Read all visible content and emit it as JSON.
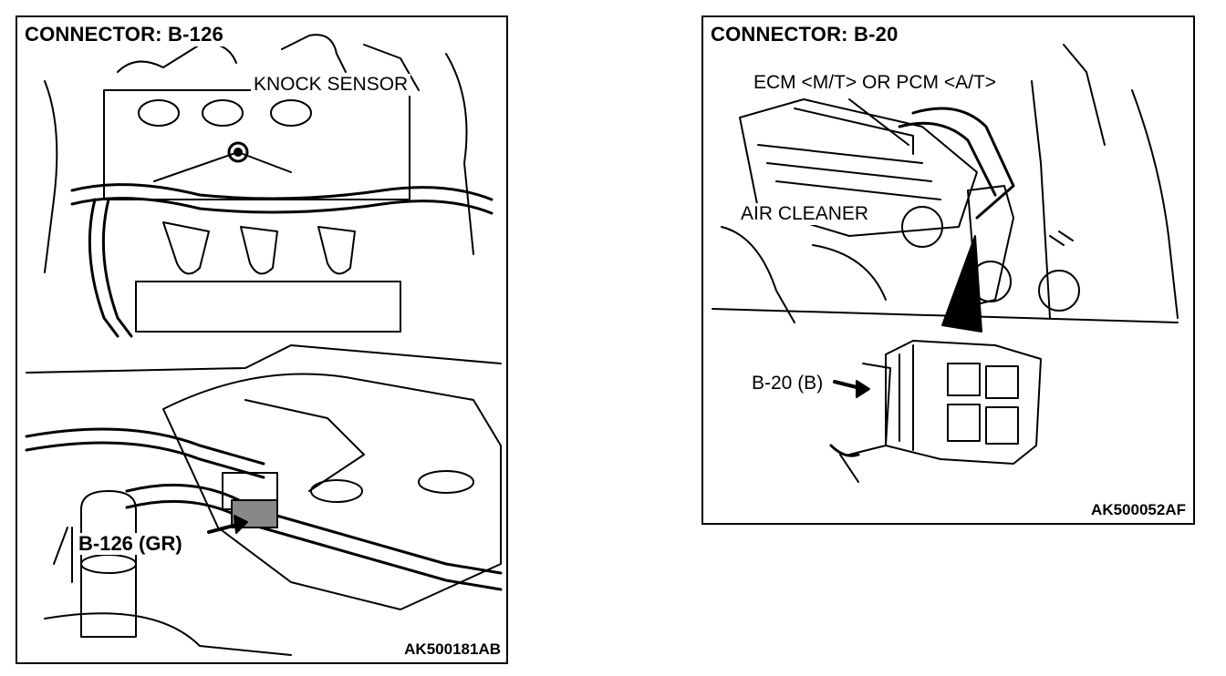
{
  "left_panel": {
    "title": "CONNECTOR: B-126",
    "label_component": "KNOCK SENSOR",
    "label_connector": "B-126 (GR)",
    "figure_code": "AK500181AB"
  },
  "right_panel": {
    "title": "CONNECTOR: B-20",
    "label_component": "ECM <M/T> OR PCM <A/T>",
    "label_air_cleaner": "AIR CLEANER",
    "label_connector": "B-20 (B)",
    "figure_code": "AK500052AF"
  }
}
